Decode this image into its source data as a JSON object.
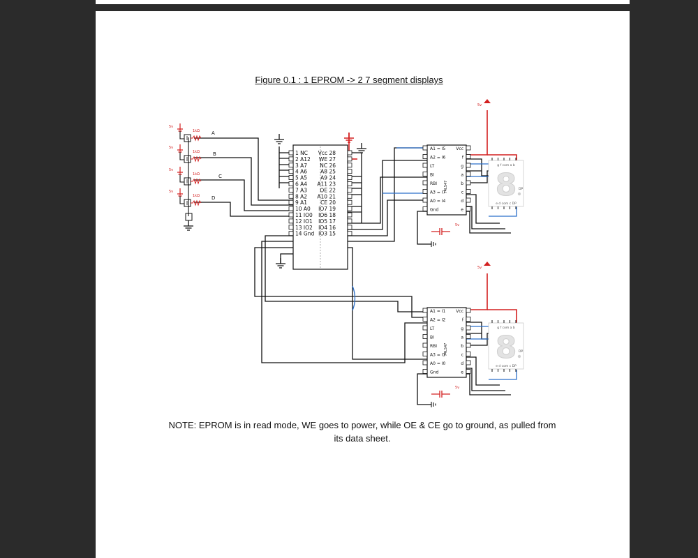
{
  "document": {
    "figure_caption": "Figure 0.1 : 1 EPROM -> 2 7 segment displays",
    "note": "NOTE: EPROM is in read mode, WE goes to power, while OE & CE go to ground, as pulled from its data sheet."
  },
  "inputs": {
    "supply_label": "5v",
    "resistor_label": "1kΩ",
    "lines": [
      "A",
      "B",
      "C",
      "D"
    ]
  },
  "eprom": {
    "left_pins": [
      "1 NC",
      "2 A12",
      "3 A7",
      "4 A6",
      "5 A5",
      "6 A4",
      "7 A3",
      "8 A2",
      "9 A1",
      "10 A0",
      "11 IO0",
      "12 IO1",
      "13 IO2",
      "14 Gnd"
    ],
    "right_pins": [
      "Vcc 28",
      "WE 27",
      "NC 26",
      "A8 25",
      "A9 24",
      "A11 23",
      "OE 22",
      "A10 21",
      "CE 20",
      "IO7 19",
      "IO6 18",
      "IO5 17",
      "IO4 16",
      "IO3 15"
    ]
  },
  "decoders": [
    {
      "part": "74LS47",
      "left_pins": [
        "A1 = I5",
        "A2 = I6",
        "LT",
        "BI",
        "RBI",
        "A3 = I7",
        "A0 = I4",
        "Gnd"
      ],
      "right_pins": [
        "Vcc",
        "f",
        "g",
        "a",
        "b",
        "c",
        "d",
        "e"
      ],
      "supply_label": "5v"
    },
    {
      "part": "74LS47",
      "left_pins": [
        "A1 = I1",
        "A2 = I2",
        "LT",
        "BI",
        "RBI",
        "A3 = I3",
        "A0 = I0",
        "Gnd"
      ],
      "right_pins": [
        "Vcc",
        "f",
        "g",
        "a",
        "b",
        "c",
        "d",
        "e"
      ],
      "supply_label": "5v"
    }
  ],
  "display": {
    "digit": "8",
    "top_pins": "g f com a b",
    "bottom_pins": "e d com c DP",
    "dp_label": "DP"
  },
  "colors": {
    "power": "#d32020",
    "wire": "#111111",
    "crossing": "#2a6fc9",
    "segment": "#e3e3e3"
  }
}
